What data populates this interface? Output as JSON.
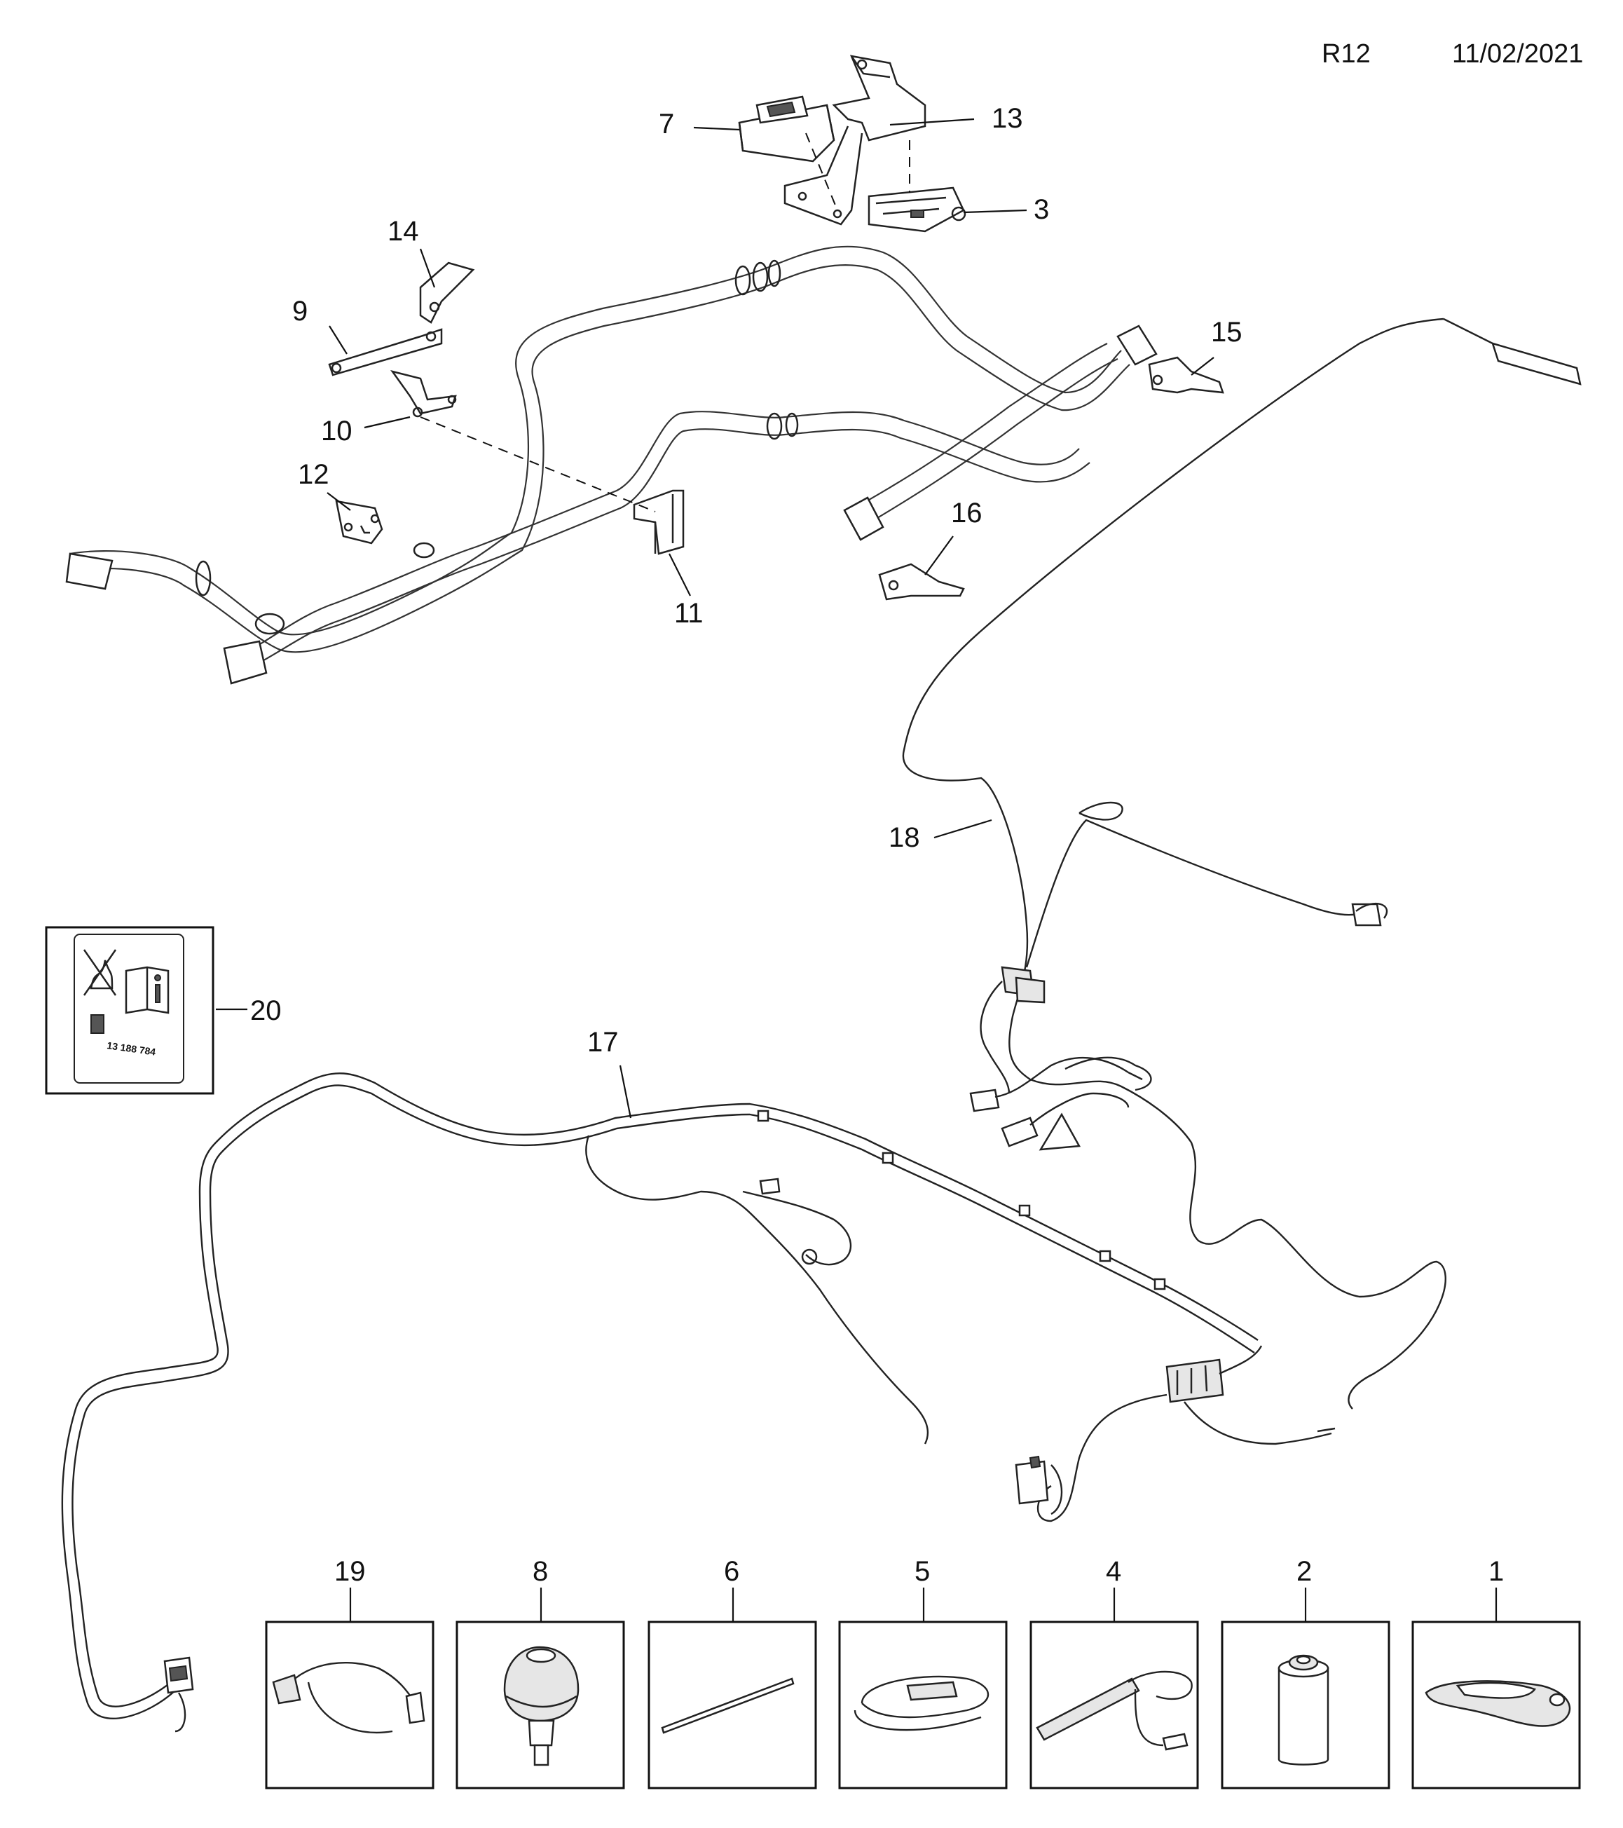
{
  "header": {
    "code": "R12",
    "date": "11/02/2021"
  },
  "callouts": {
    "c1": "1",
    "c2": "2",
    "c3": "3",
    "c4": "4",
    "c5": "5",
    "c6": "6",
    "c7": "7",
    "c8": "8",
    "c9": "9",
    "c10": "10",
    "c11": "11",
    "c12": "12",
    "c13": "13",
    "c14": "14",
    "c15": "15",
    "c16": "16",
    "c17": "17",
    "c18": "18",
    "c19": "19",
    "c20": "20"
  },
  "label_sticker": {
    "number": "13 188 784"
  }
}
